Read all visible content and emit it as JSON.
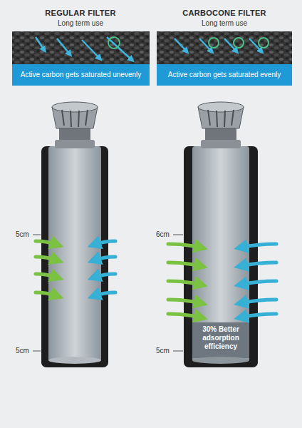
{
  "diagram": {
    "nodes": [
      {
        "text": [
          "Active carbon gets saturated unevenly"
        ]
      },
      {
        "text": [
          "Active carbon gets saturated evenly"
        ]
      }
    ],
    "labels": [
      "REGULAR FILTER",
      "Long term use",
      "CARBOCONE FILTER",
      "Long term use",
      "5cm",
      "5cm",
      "6cm",
      "5cm",
      "30% Better adsorption efficiency"
    ]
  }
}
